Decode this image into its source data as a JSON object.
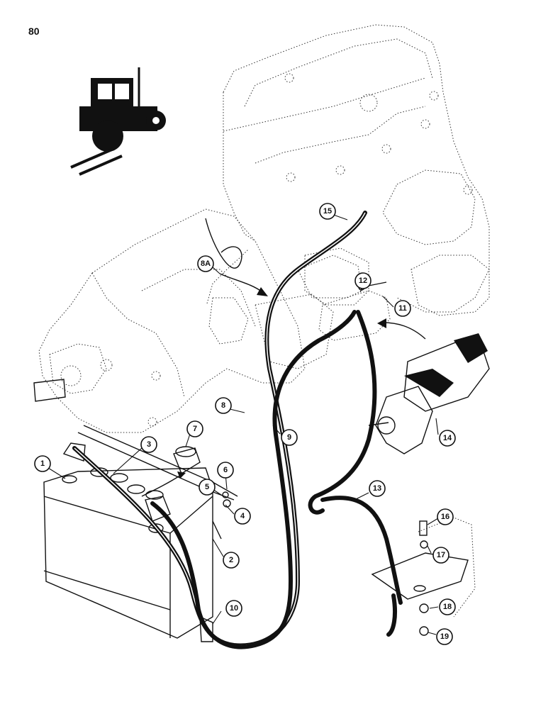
{
  "page": {
    "number": "80"
  },
  "callouts": [
    {
      "label": "1"
    },
    {
      "label": "2"
    },
    {
      "label": "3"
    },
    {
      "label": "4"
    },
    {
      "label": "5"
    },
    {
      "label": "6"
    },
    {
      "label": "7"
    },
    {
      "label": "8"
    },
    {
      "label": "8A"
    },
    {
      "label": "9"
    },
    {
      "label": "10"
    },
    {
      "label": "11"
    },
    {
      "label": "12"
    },
    {
      "label": "13"
    },
    {
      "label": "14"
    },
    {
      "label": "15"
    },
    {
      "label": "16"
    },
    {
      "label": "17"
    },
    {
      "label": "18"
    },
    {
      "label": "19"
    }
  ]
}
